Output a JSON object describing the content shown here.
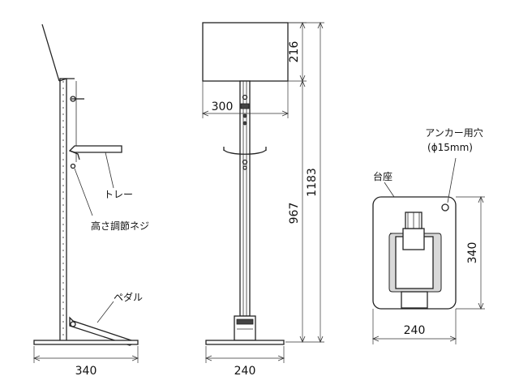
{
  "side_view": {
    "labels": {
      "tray": "トレー",
      "adjust_screw": "高さ調節ネジ",
      "pedal": "ペダル"
    },
    "dims": {
      "width": "340"
    }
  },
  "front_view": {
    "dims": {
      "top_height": "216",
      "top_width": "300",
      "lower_height": "967",
      "total_height": "1183",
      "base_width": "240"
    }
  },
  "base_view": {
    "labels": {
      "base": "台座",
      "anchor_hole": "アンカー用穴",
      "anchor_hole_size": "(ϕ15mm)"
    },
    "dims": {
      "width": "240",
      "height": "340"
    }
  }
}
